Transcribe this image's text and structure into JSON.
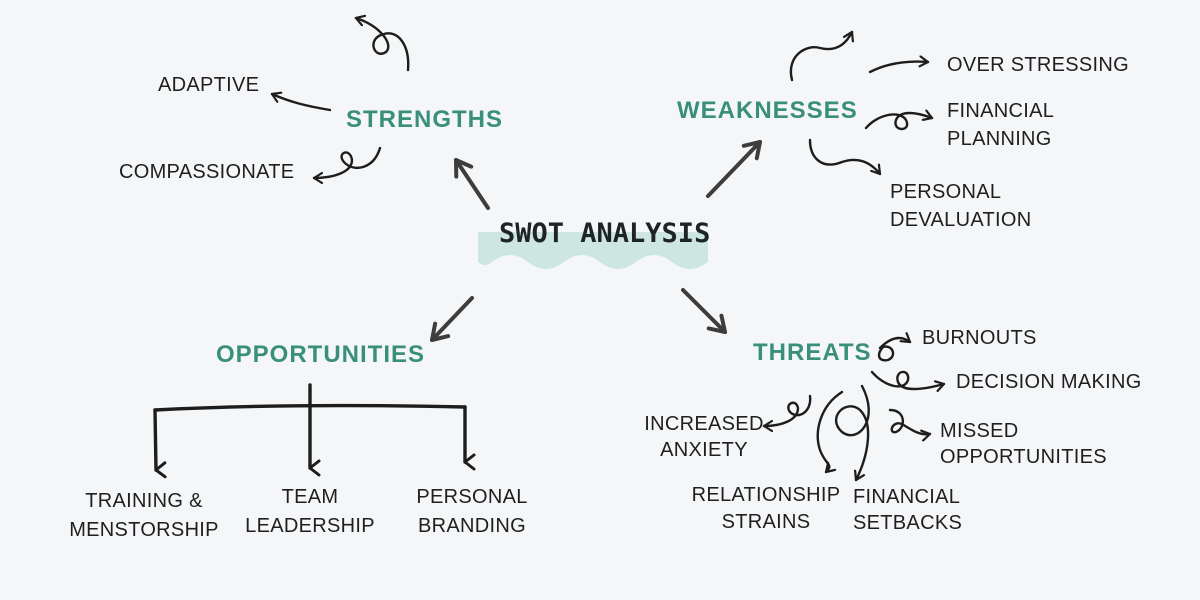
{
  "title": "SWOT ANALYSIS",
  "strengths": {
    "heading": "STRENGTHS",
    "items": [
      "ADAPTIVE",
      "COMPASSIONATE"
    ]
  },
  "weaknesses": {
    "heading": "WEAKNESSES",
    "items": [
      "OVER STRESSING",
      "FINANCIAL",
      "PLANNING",
      "PERSONAL",
      "DEVALUATION"
    ]
  },
  "opportunities": {
    "heading": "OPPORTUNITIES",
    "items": [
      "TRAINING &",
      "MENSTORSHIP",
      "TEAM",
      "LEADERSHIP",
      "PERSONAL",
      "BRANDING"
    ]
  },
  "threats": {
    "heading": "THREATS",
    "items": [
      "BURNOUTS",
      "DECISION MAKING",
      "INCREASED",
      "ANXIETY",
      "MISSED",
      "OPPORTUNITIES",
      "RELATIONSHIP",
      "STRAINS",
      "FINANCIAL",
      "SETBACKS"
    ]
  },
  "colors": {
    "heading": "#3a8f7b",
    "wave": "#cde7e0",
    "text": "#1f1f1f",
    "background": "#f4f6f8"
  }
}
